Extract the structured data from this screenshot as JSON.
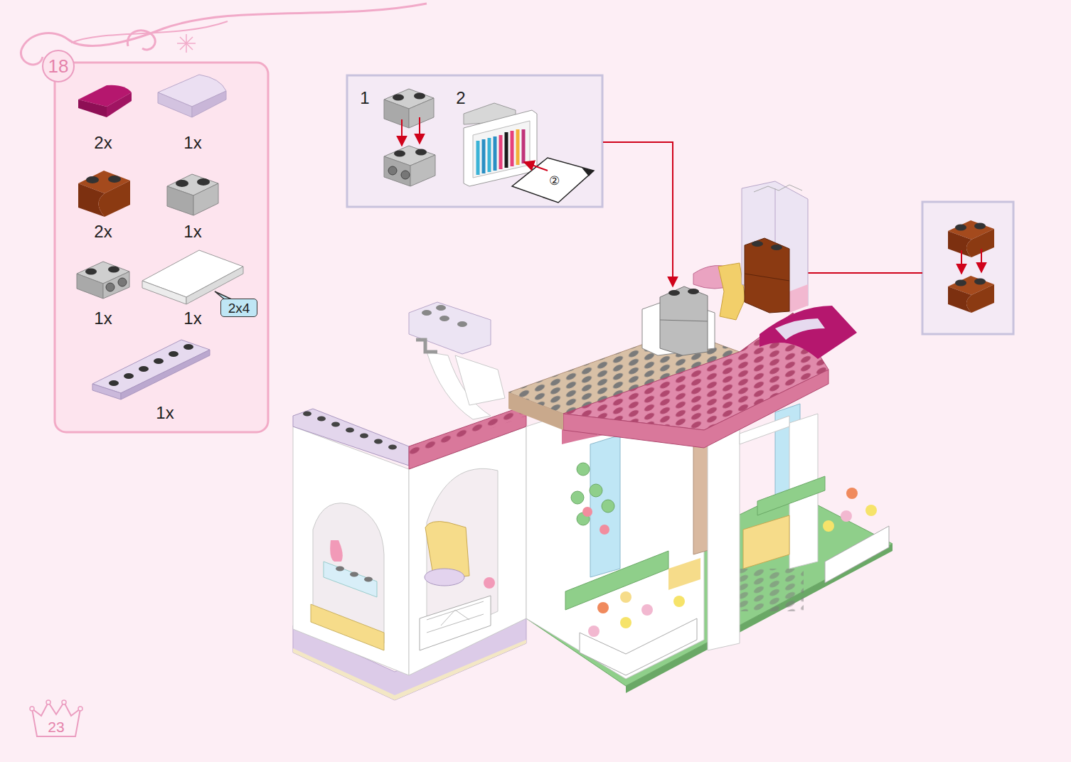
{
  "diagram": {
    "nodes": [
      {
        "text": [
          "18"
        ]
      },
      {
        "text": [
          "2x4"
        ]
      },
      {
        "text": [
          "23"
        ]
      }
    ],
    "labels": [
      "2x",
      "1x",
      "2x",
      "1x",
      "1x",
      "1x",
      "1x",
      "1",
      "2",
      "②"
    ]
  }
}
